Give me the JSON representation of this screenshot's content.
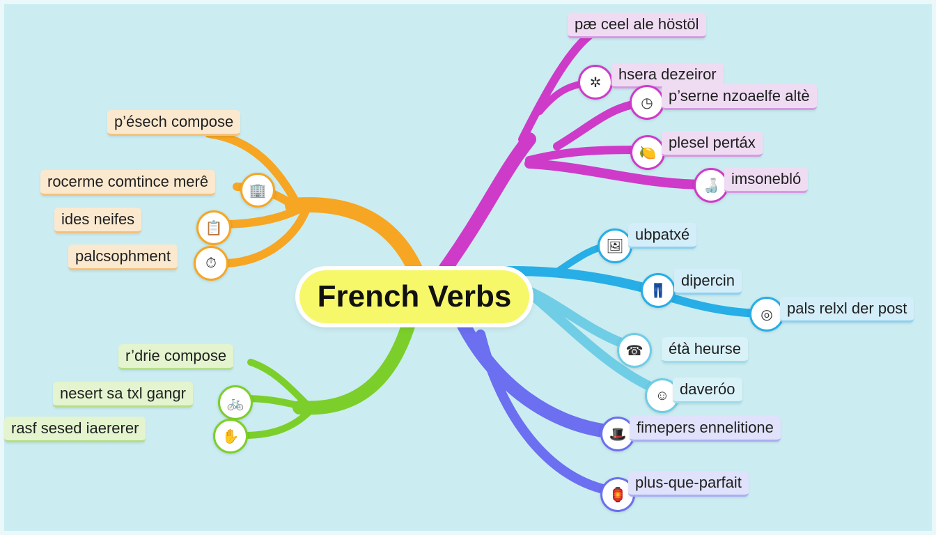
{
  "central": {
    "title": "French Verbs"
  },
  "colors": {
    "orange": "#f6a623",
    "green": "#7ccf2a",
    "magenta": "#cf3bc9",
    "blue": "#27aee6",
    "sky": "#6fcde6",
    "purple": "#6b6ff0",
    "center": "#f6f86a"
  },
  "branches": {
    "orange": [
      {
        "label": "p’ésech compose",
        "icon": ""
      },
      {
        "label": "rocerme comtince merê",
        "icon": "building-icon"
      },
      {
        "label": "ides neifes",
        "icon": "clipboard-icon"
      },
      {
        "label": "palcsophment",
        "icon": "clock-icon"
      }
    ],
    "green": [
      {
        "label": "r’drie compose",
        "icon": ""
      },
      {
        "label": "nesert sa txl gangr",
        "icon": "bicycle-icon"
      },
      {
        "label": "rasf sesed iaererer",
        "icon": "hand-icon"
      }
    ],
    "magenta": [
      {
        "label": "pæ ceel ale höstöl",
        "icon": ""
      },
      {
        "label": "hsera dezeiror",
        "icon": "bug-icon"
      },
      {
        "label": "p’serne nzoaelfe altè",
        "icon": "clock-icon"
      },
      {
        "label": "plesel pertáx",
        "icon": "lemon-icon"
      },
      {
        "label": "imsonebló",
        "icon": "bottle-icon"
      }
    ],
    "blue": [
      {
        "label": "ubpatxé",
        "icon": "picture-icon"
      },
      {
        "label": "dipercin",
        "icon": "pants-icon"
      },
      {
        "label": "pals relxl der post",
        "icon": "globe-icon"
      }
    ],
    "sky": [
      {
        "label": "étà heurse",
        "icon": "phone-icon"
      },
      {
        "label": "daveróo",
        "icon": "face-icon"
      }
    ],
    "purple": [
      {
        "label": "fimepers ennelitione",
        "icon": "hat-icon"
      },
      {
        "label": "plus-que-parfait",
        "icon": "lamp-icon"
      }
    ]
  }
}
